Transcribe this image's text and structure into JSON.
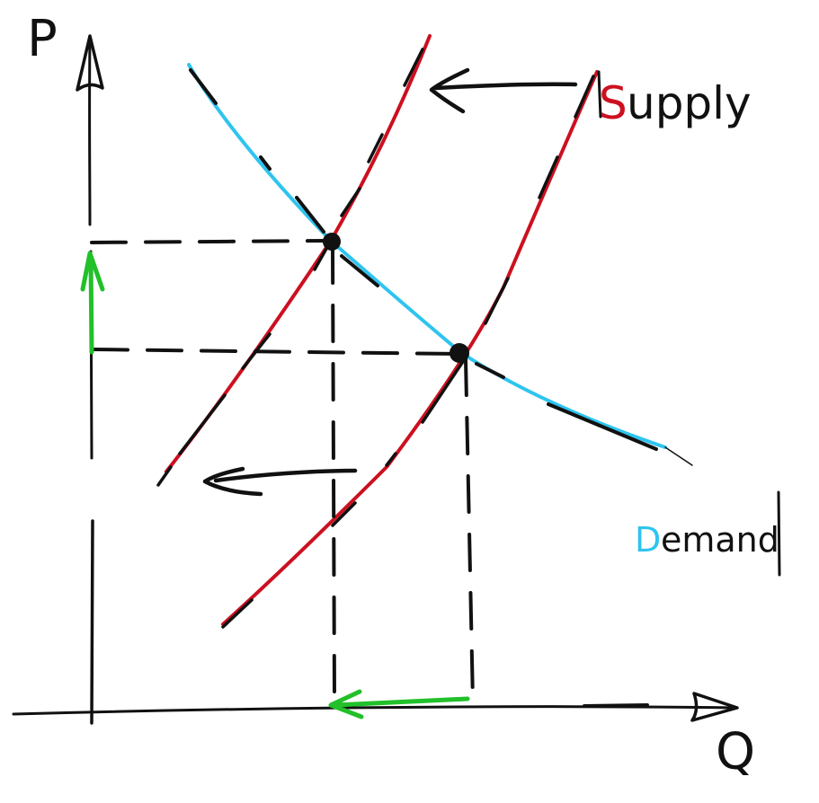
{
  "axes": {
    "y_label": "P",
    "x_label": "Q"
  },
  "labels": {
    "supply_initial": "S",
    "supply_rest": "upply",
    "demand_initial": "D",
    "demand_rest": "emand"
  },
  "colors": {
    "ink": "#111111",
    "supply": "#cc1020",
    "demand": "#2ec4ef",
    "change_arrow": "#22c02a"
  },
  "diagram": {
    "curves": [
      "supply-original",
      "supply-shifted-left",
      "demand"
    ],
    "equilibria": 2,
    "price_change": "up",
    "quantity_change": "down",
    "supply_shift": "left"
  }
}
